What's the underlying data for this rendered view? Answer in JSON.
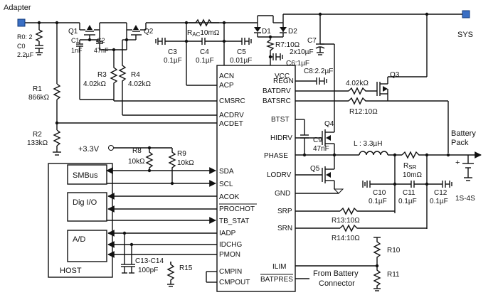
{
  "ports": {
    "adapter": "Adapter",
    "sys": "SYS",
    "battery_pack_line1": "Battery",
    "battery_pack_line2": "Pack",
    "cells": "1S-4S",
    "supply": "+3.3V",
    "from_battery_line1": "From Battery",
    "from_battery_line2": "Connector"
  },
  "components": {
    "r0": "R0: 2",
    "c0_name": "C0",
    "c0_val": "2.2µF",
    "q1": "Q1",
    "c1_name": "C1",
    "c1_val": "1nF",
    "c2_name": "C2",
    "c2_val": "47nF",
    "q2": "Q2",
    "rac_pre": "R",
    "rac_sub": "AC",
    "rac_val": "10mΩ",
    "d1": "D1",
    "d2": "D2",
    "r7": "R7:10Ω",
    "c7": "C7",
    "c7_val": "2x10µF",
    "c6": "C6:1µF",
    "c3_name": "C3",
    "c3_val": "0.1µF",
    "c4_name": "C4",
    "c4_val": "0.1µF",
    "c5_name": "C5",
    "c5_val": "0.01µF",
    "r1_name": "R1",
    "r1_val": "866kΩ",
    "r2_name": "R2",
    "r2_val": "133kΩ",
    "r3_name": "R3",
    "r3_val": "4.02kΩ",
    "r4_name": "R4",
    "r4_val": "4.02kΩ",
    "c8": "C8:2.2µF",
    "r_batdrv": "4.02kΩ",
    "q3": "Q3",
    "r12": "R12:10Ω",
    "q4": "Q4",
    "c9_name": "C9",
    "c9_val": "47nF",
    "inductor": "L : 3.3µH",
    "rsr_pre": "R",
    "rsr_sub": "SR",
    "rsr_val": "10mΩ",
    "q5": "Q5",
    "c10_name": "C10",
    "c10_val": "0.1µF",
    "c11_name": "C11",
    "c11_val": "0.1µF",
    "c12_name": "C12",
    "c12_val": "0.1µF",
    "r13": "R13:10Ω",
    "r14": "R14:10Ω",
    "r8_name": "R8",
    "r8_val": "10kΩ",
    "r9_name": "R9",
    "r9_val": "10kΩ",
    "c1314_name": "C13-C14",
    "c1314_val": "100pF",
    "r15": "R15",
    "r10": "R10",
    "r11": "R11"
  },
  "ic_pins": {
    "acn": "ACN",
    "acp": "ACP",
    "vcc": "VCC",
    "regn": "REGN",
    "batdrv": "BATDRV",
    "batsrc": "BATSRC",
    "cmsrc": "CMSRC",
    "acdrv": "ACDRV",
    "acdet": "ACDET",
    "btst": "BTST",
    "hidrv": "HIDRV",
    "phase": "PHASE",
    "lodrv": "LODRV",
    "gnd": "GND",
    "srp": "SRP",
    "srn": "SRN",
    "sda": "SDA",
    "scl": "SCL",
    "acok": "ACOK",
    "prochot": "PROCHOT",
    "tb_stat": "TB_STAT",
    "iadp": "IADP",
    "idchg": "IDCHG",
    "pmon": "PMON",
    "cmpin": "CMPIN",
    "cmpout": "CMPOUT",
    "ilim": "ILIM",
    "batpres": "BATPRES"
  },
  "host": {
    "title": "HOST",
    "smbus": "SMBus",
    "dig_io": "Dig I/O",
    "ad": "A/D"
  },
  "colors": {
    "terminal": "#3a6fc4"
  }
}
